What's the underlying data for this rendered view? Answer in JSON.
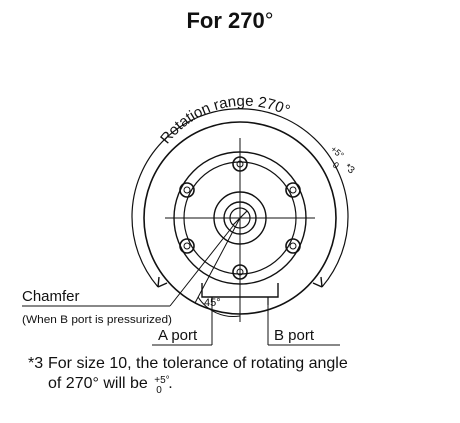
{
  "title": {
    "main": "For 270",
    "degree": "°"
  },
  "diagram": {
    "rotation_label": "Rotation range 270°",
    "tolerance_plus": "+5°",
    "tolerance_zero": "0",
    "footnote_ref": "*3",
    "chamfer_label": "Chamfer",
    "chamfer_note": "(When B port is pressurized)",
    "angle_label": "45°",
    "a_port_label": "A port",
    "b_port_label": "B port"
  },
  "footnote": {
    "mark": "*3",
    "line1": "For size 10, the tolerance of rotating angle",
    "line2_prefix": "of 270° will be",
    "tol_sup": "+5°",
    "tol_sub": "0",
    "line2_suffix": "."
  }
}
